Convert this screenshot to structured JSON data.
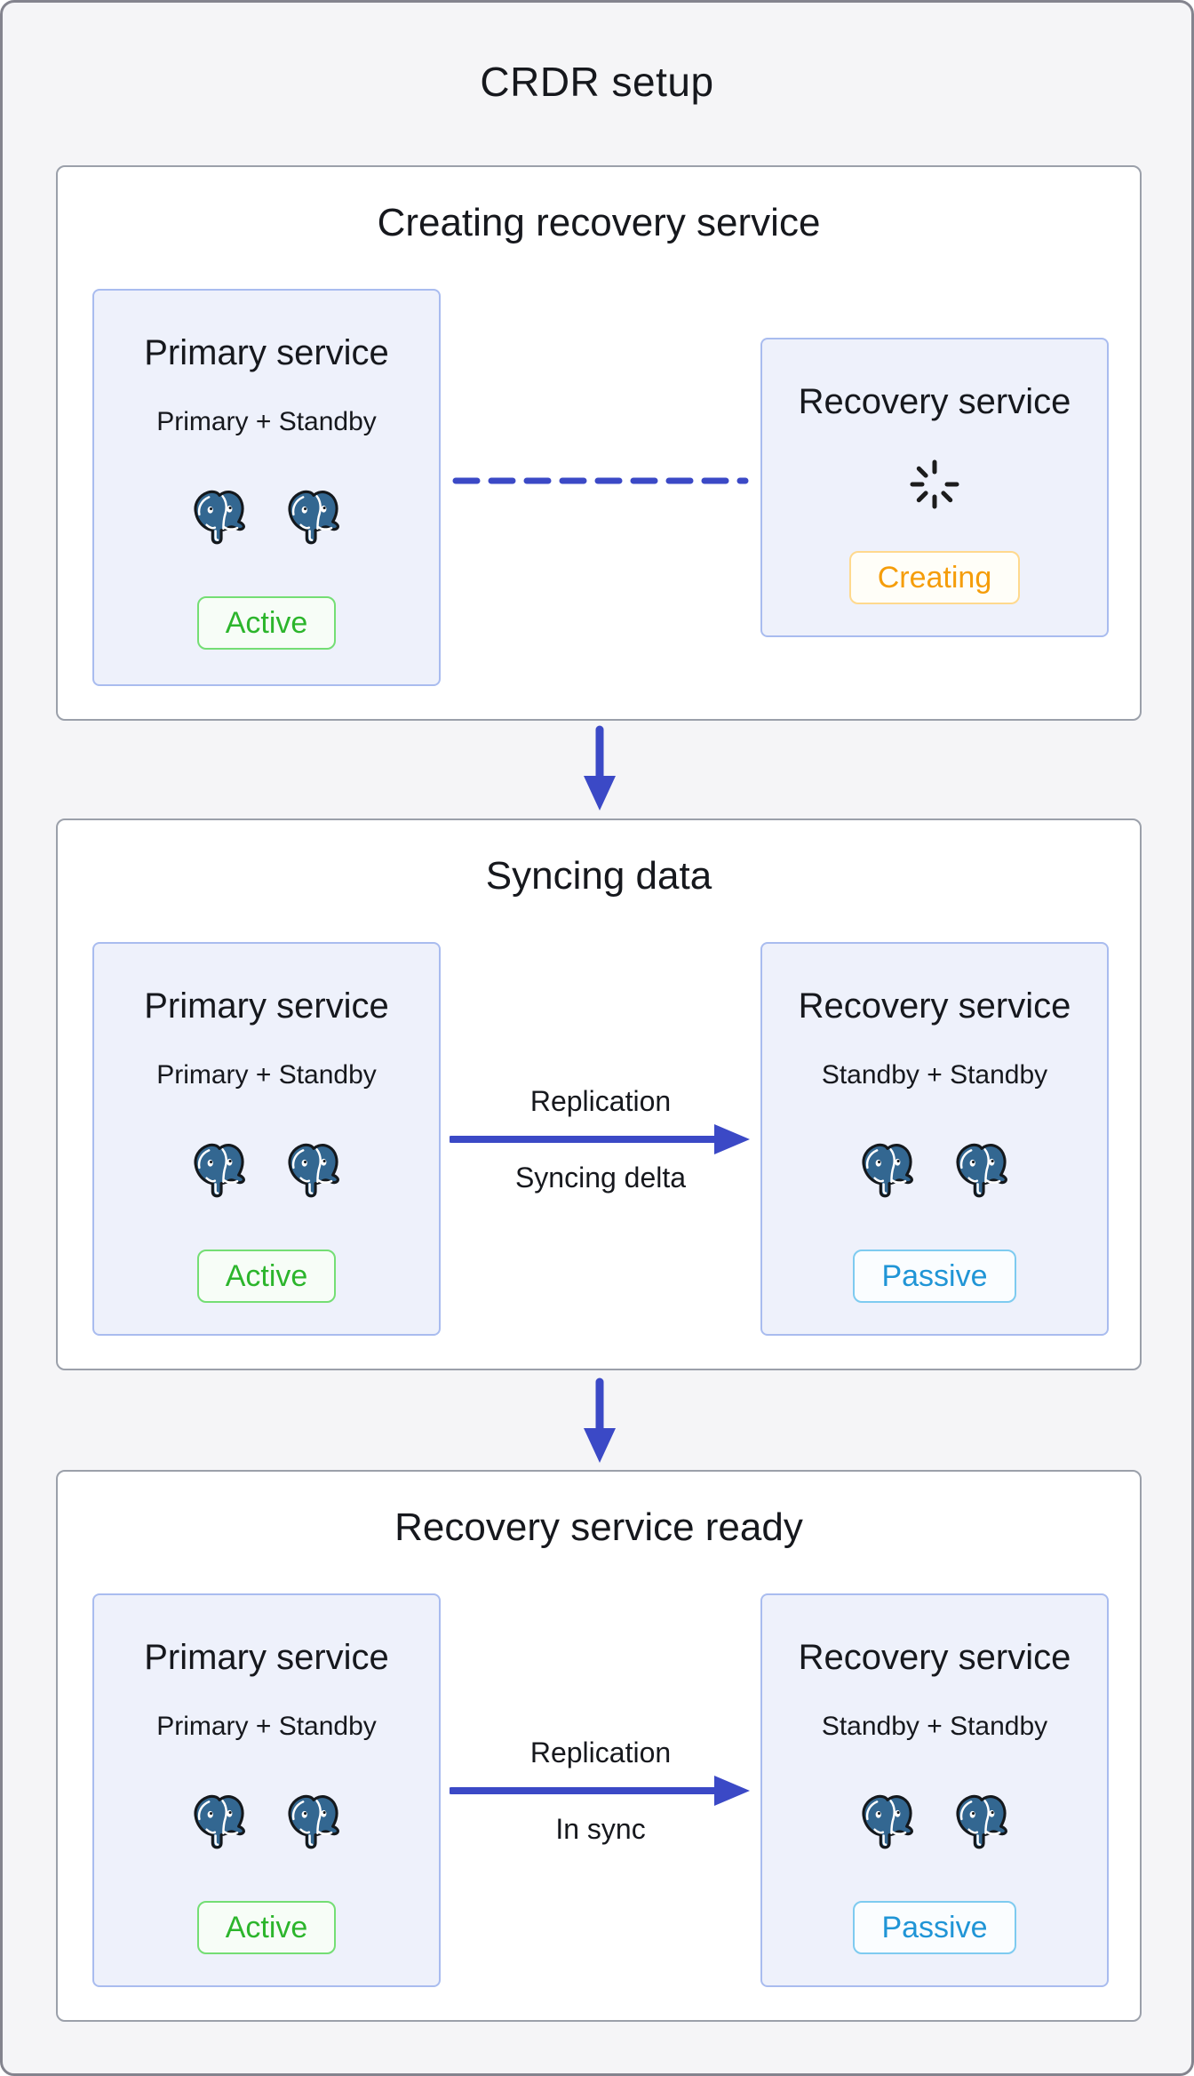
{
  "title": "CRDR setup",
  "colors": {
    "accent": "#3B49C6",
    "canvas_bg": "#F5F5F7",
    "canvas_border": "#84848E",
    "panel_border": "#9BA0AA",
    "card_bg": "#EEF1FB",
    "card_border": "#A9BCEF",
    "text": "#16181D",
    "active_text": "#2CB52C",
    "active_border": "#74DE74",
    "active_bg": "#F7FDF7",
    "creating_text": "#F59D0A",
    "creating_border": "#FFD98E",
    "creating_bg": "#FFFEF8",
    "passive_text": "#2095D6",
    "passive_border": "#7ECBF0",
    "passive_bg": "#FAFDFF",
    "elephant": "#336791"
  },
  "stages": [
    {
      "title": "Creating recovery service",
      "primary": {
        "title": "Primary service",
        "subtitle": "Primary + Standby",
        "node_icons": [
          "postgres-elephant",
          "postgres-elephant"
        ],
        "status": "Active"
      },
      "recovery": {
        "title": "Recovery service",
        "icon": "loading-spinner",
        "status": "Creating"
      },
      "connector": {
        "type": "dashed-line"
      }
    },
    {
      "title": "Syncing data",
      "primary": {
        "title": "Primary service",
        "subtitle": "Primary + Standby",
        "node_icons": [
          "postgres-elephant",
          "postgres-elephant"
        ],
        "status": "Active"
      },
      "recovery": {
        "title": "Recovery service",
        "subtitle": "Standby + Standby",
        "node_icons": [
          "postgres-elephant",
          "postgres-elephant"
        ],
        "status": "Passive"
      },
      "connector": {
        "type": "arrow-right",
        "label_top": "Replication",
        "label_bottom": "Syncing delta"
      }
    },
    {
      "title": "Recovery service ready",
      "primary": {
        "title": "Primary service",
        "subtitle": "Primary + Standby",
        "node_icons": [
          "postgres-elephant",
          "postgres-elephant"
        ],
        "status": "Active"
      },
      "recovery": {
        "title": "Recovery service",
        "subtitle": "Standby + Standby",
        "node_icons": [
          "postgres-elephant",
          "postgres-elephant"
        ],
        "status": "Passive"
      },
      "connector": {
        "type": "arrow-right",
        "label_top": "Replication",
        "label_bottom": "In sync"
      }
    }
  ],
  "stage_flow_icon": "down-arrow"
}
